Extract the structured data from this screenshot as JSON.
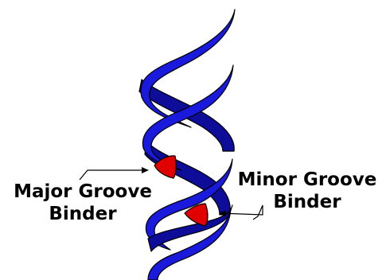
{
  "labels": {
    "major": {
      "line1": "Major Groove",
      "line2": "Binder"
    },
    "minor": {
      "line1": "Minor Groove",
      "line2": "Binder"
    }
  },
  "colors": {
    "helix": "#1a1adc",
    "helix_dark": "#0d0d9a",
    "binder": "#e00000",
    "outline": "#000000"
  },
  "icons": [
    "dna-double-helix",
    "major-groove-binder-marker",
    "minor-groove-binder-marker",
    "pointer-arrow"
  ]
}
